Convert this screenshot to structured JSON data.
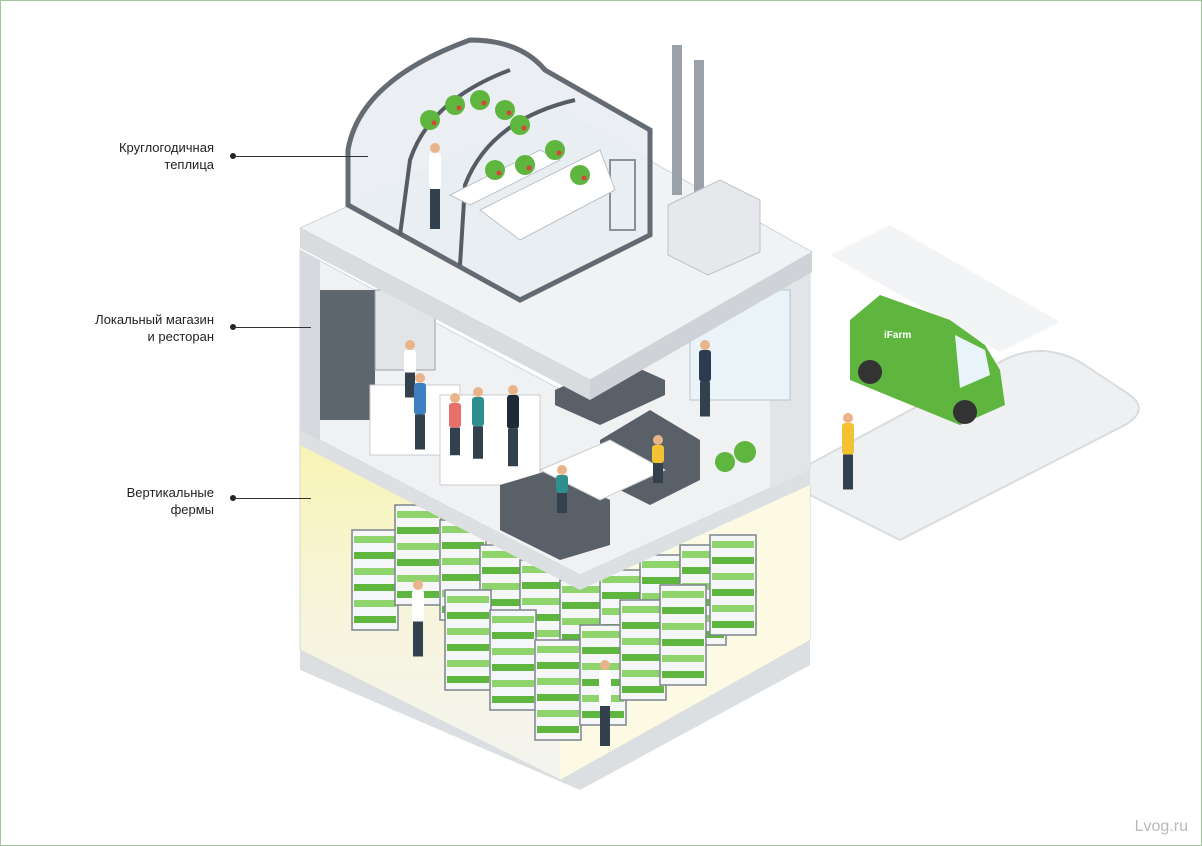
{
  "labels": [
    {
      "line1": "Круглогодичная",
      "line2": "теплица"
    },
    {
      "line1": "Локальный магазин",
      "line2": "и ресторан"
    },
    {
      "line1": "Вертикальные",
      "line2": "фермы"
    }
  ],
  "van": {
    "brand": "iFarm"
  },
  "watermark": "Lvog.ru",
  "colors": {
    "green": "#5fb63f",
    "dark_green": "#3d8a2a",
    "glass": "#e9eef2",
    "frame": "#555c63",
    "wall": "#e7e8ea",
    "light": "#fff36b"
  }
}
